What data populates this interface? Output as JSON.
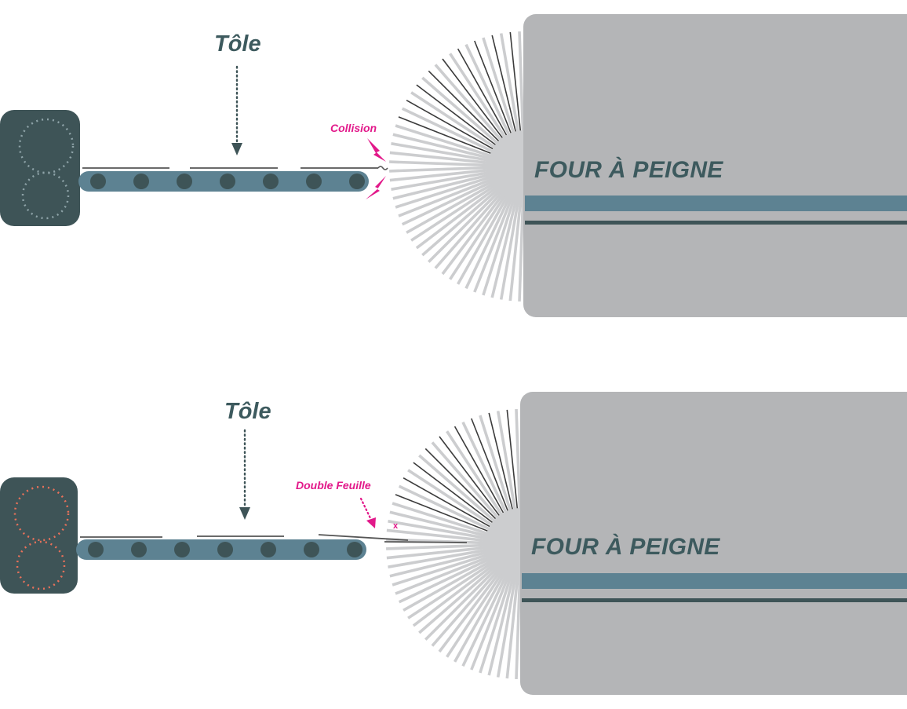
{
  "colors": {
    "oven": "#b4b5b7",
    "teeth": "#cccdcf",
    "teeth_dark": "#3b3b3b",
    "conveyor": "#5d8292",
    "machine": "#3e5457",
    "accent": "#e2198a",
    "sensor_top": "#8ea3a8",
    "sensor_bottom": "#e8715a"
  },
  "panels": [
    {
      "sheet_label": "Tôle",
      "oven_label": "FOUR À PEIGNE",
      "alert_label": "Collision",
      "alert_icon": "lightning-bolt-icon"
    },
    {
      "sheet_label": "Tôle",
      "oven_label": "FOUR À PEIGNE",
      "alert_label": "Double Feuille",
      "alert_icon": "dotted-arrow-icon",
      "marker_label": "x"
    }
  ]
}
